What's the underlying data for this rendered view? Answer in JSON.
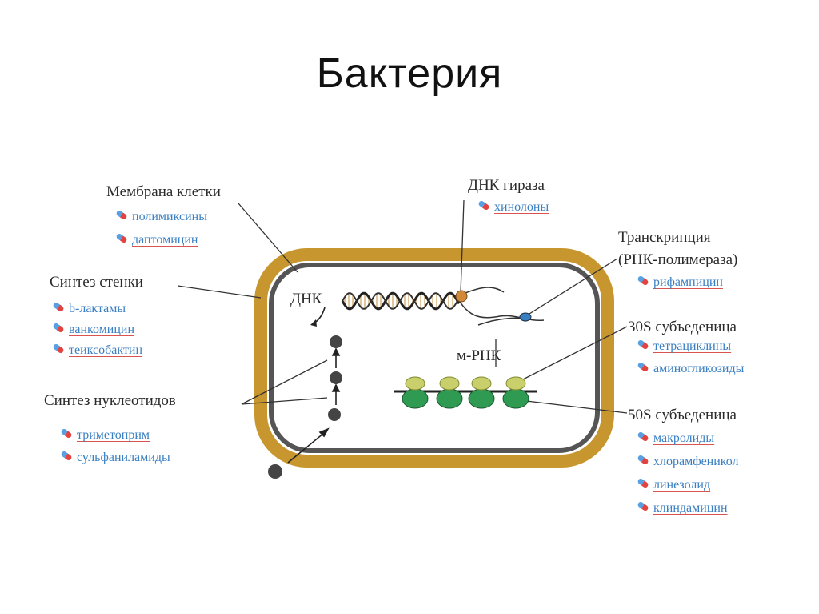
{
  "title": "Бактерия",
  "labels": {
    "membrane": "Мембрана клетки",
    "gyrase": "ДНК гираза",
    "transcription_1": "Транскрипция",
    "transcription_2": "(РНК-полимераза)",
    "wall": "Синтез стенки",
    "dna": "ДНК",
    "s30": "30S субъеденица",
    "mrna": "м-РНК",
    "nucleotides": "Синтез нуклеотидов",
    "s50": "50S субъеденица"
  },
  "drugs": {
    "membrane": [
      "полимиксины",
      "даптомицин"
    ],
    "gyrase": [
      "хинолоны"
    ],
    "transcription": [
      "рифампицин"
    ],
    "wall": [
      "b-лактамы",
      "ванкомицин",
      "теиксобактин"
    ],
    "s30": [
      "тетрациклины",
      "аминогликозиды"
    ],
    "nucleotides": [
      "триметоприм",
      "сульфаниламиды"
    ],
    "s50": [
      "макролиды",
      "хлорамфеникол",
      "линезолид",
      "клиндамицин"
    ]
  },
  "colors": {
    "wall": "#c8962e",
    "membrane": "#555555",
    "ribosome_small": "#c9cf6b",
    "ribosome_large": "#2f9a52",
    "drug_text": "#3a7fc2",
    "drug_underline": "#d9534f"
  }
}
